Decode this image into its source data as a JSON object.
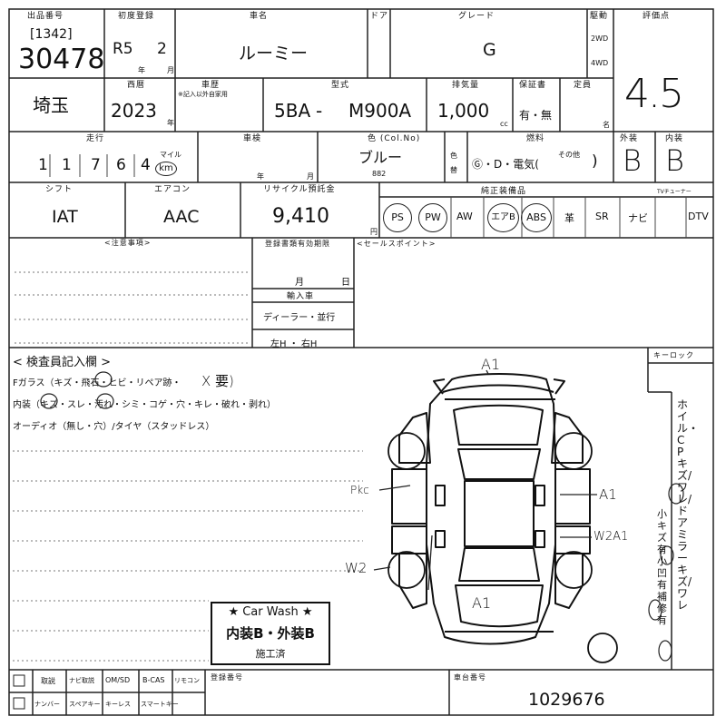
{
  "header": {
    "lot_label": "出品番号",
    "first_reg_label": "初度登録",
    "car_name_label": "車名",
    "door_label": "ドア",
    "grade_label": "グレード",
    "drive_label": "駆動",
    "score_label": "評価点",
    "lot_sub": "[1342]",
    "lot_number": "30478",
    "era": "R5",
    "month": "2",
    "year_unit": "年",
    "month_unit": "月",
    "car_name": "ルーミー",
    "grade": "G",
    "drive_2wd": "2WD",
    "drive_4wd": "4WD",
    "score": "4.5"
  },
  "row2": {
    "region": "埼玉",
    "western_year_label": "西暦",
    "western_year": "2023",
    "year_unit": "年",
    "history_label": "車歴",
    "history_note": "※記入以外自家用",
    "model_label": "型式",
    "model_prefix": "5BA",
    "model_code": "M900A",
    "displacement_label": "排気量",
    "displacement": "1,000",
    "cc": "cc",
    "warranty_label": "保証書",
    "warranty": "有・無",
    "capacity_label": "定員",
    "capacity_unit": "名"
  },
  "row3": {
    "mileage_label": "走行",
    "mileage_digits": [
      "1",
      "1",
      "7",
      "6",
      "4"
    ],
    "mile_unit": "マイル",
    "km_unit": "km",
    "inspection_label": "車検",
    "year_unit": "年",
    "month_unit": "月",
    "color_label": "色 (Col.No)",
    "color": "ブルー",
    "color_code": "882",
    "color_change_label": "色替",
    "fuel_label": "燃料",
    "fuel_options": "Ⓖ・D・電気(",
    "fuel_other": "その他",
    "fuel_close": ")",
    "exterior_label": "外装",
    "interior_label": "内装",
    "exterior_grade": "B",
    "interior_grade": "B"
  },
  "row4": {
    "shift_label": "シフト",
    "aircon_label": "エアコン",
    "recycle_label": "リサイクル預託金",
    "equipment_label": "純正装備品",
    "shift": "IAT",
    "aircon": "AAC",
    "recycle_fee": "9,410",
    "yen": "円",
    "equipment": [
      "PS",
      "PW",
      "AW",
      "エアB",
      "ABS",
      "革",
      "SR",
      "ナビ",
      "DTV"
    ],
    "equipment_circled": [
      true,
      true,
      false,
      true,
      true,
      false,
      false,
      false,
      false
    ],
    "dtv_note": "TVチューナー"
  },
  "row5": {
    "notes_label": "<注意事項>",
    "reg_expiry_label": "登録書類有効期限",
    "month_unit": "月",
    "day_unit": "日",
    "import_label": "輸入車",
    "import_type": "ディーラー・並行",
    "steering": "左H ・ 右H",
    "sales_point_label": "<セールスポイント>"
  },
  "inspector": {
    "title": "< 検査員記入欄 >",
    "line1": "Fガラス（キズ・飛石・ヒビ・リペア跡・",
    "line1_mark": "X 要)",
    "line2": "内装（キズ・スレ・汚れ・シミ・コゲ・穴・キレ・破れ・剥れ）",
    "line3": "オーディオ（無し・穴）/タイヤ（スタッドレス）",
    "key_lock_label": "キーロック",
    "side_notes": "ホイル・CPキズ/ワレ/ドアミラーキズ/ワレ",
    "side_notes2": "小キズ有 小凹有 補修有",
    "marks": {
      "front": "A1",
      "rear": "A1",
      "left_front": "Pkc",
      "left_rear": "W2",
      "right_front": "A1",
      "right_rear": "W2A1"
    }
  },
  "stamp": {
    "title": "★ Car Wash ★",
    "body": "内装B・外装B",
    "footer": "施工済"
  },
  "footer": {
    "items_top": [
      "取説",
      "ナビ取説",
      "OM/SD",
      "B-CAS",
      "リモコン"
    ],
    "items_bottom": [
      "ナンバー",
      "スペアキー",
      "キーレス",
      "スマートキー"
    ],
    "reg_no_label": "登録番号",
    "chassis_label": "車台番号",
    "chassis_number": "1029676"
  }
}
